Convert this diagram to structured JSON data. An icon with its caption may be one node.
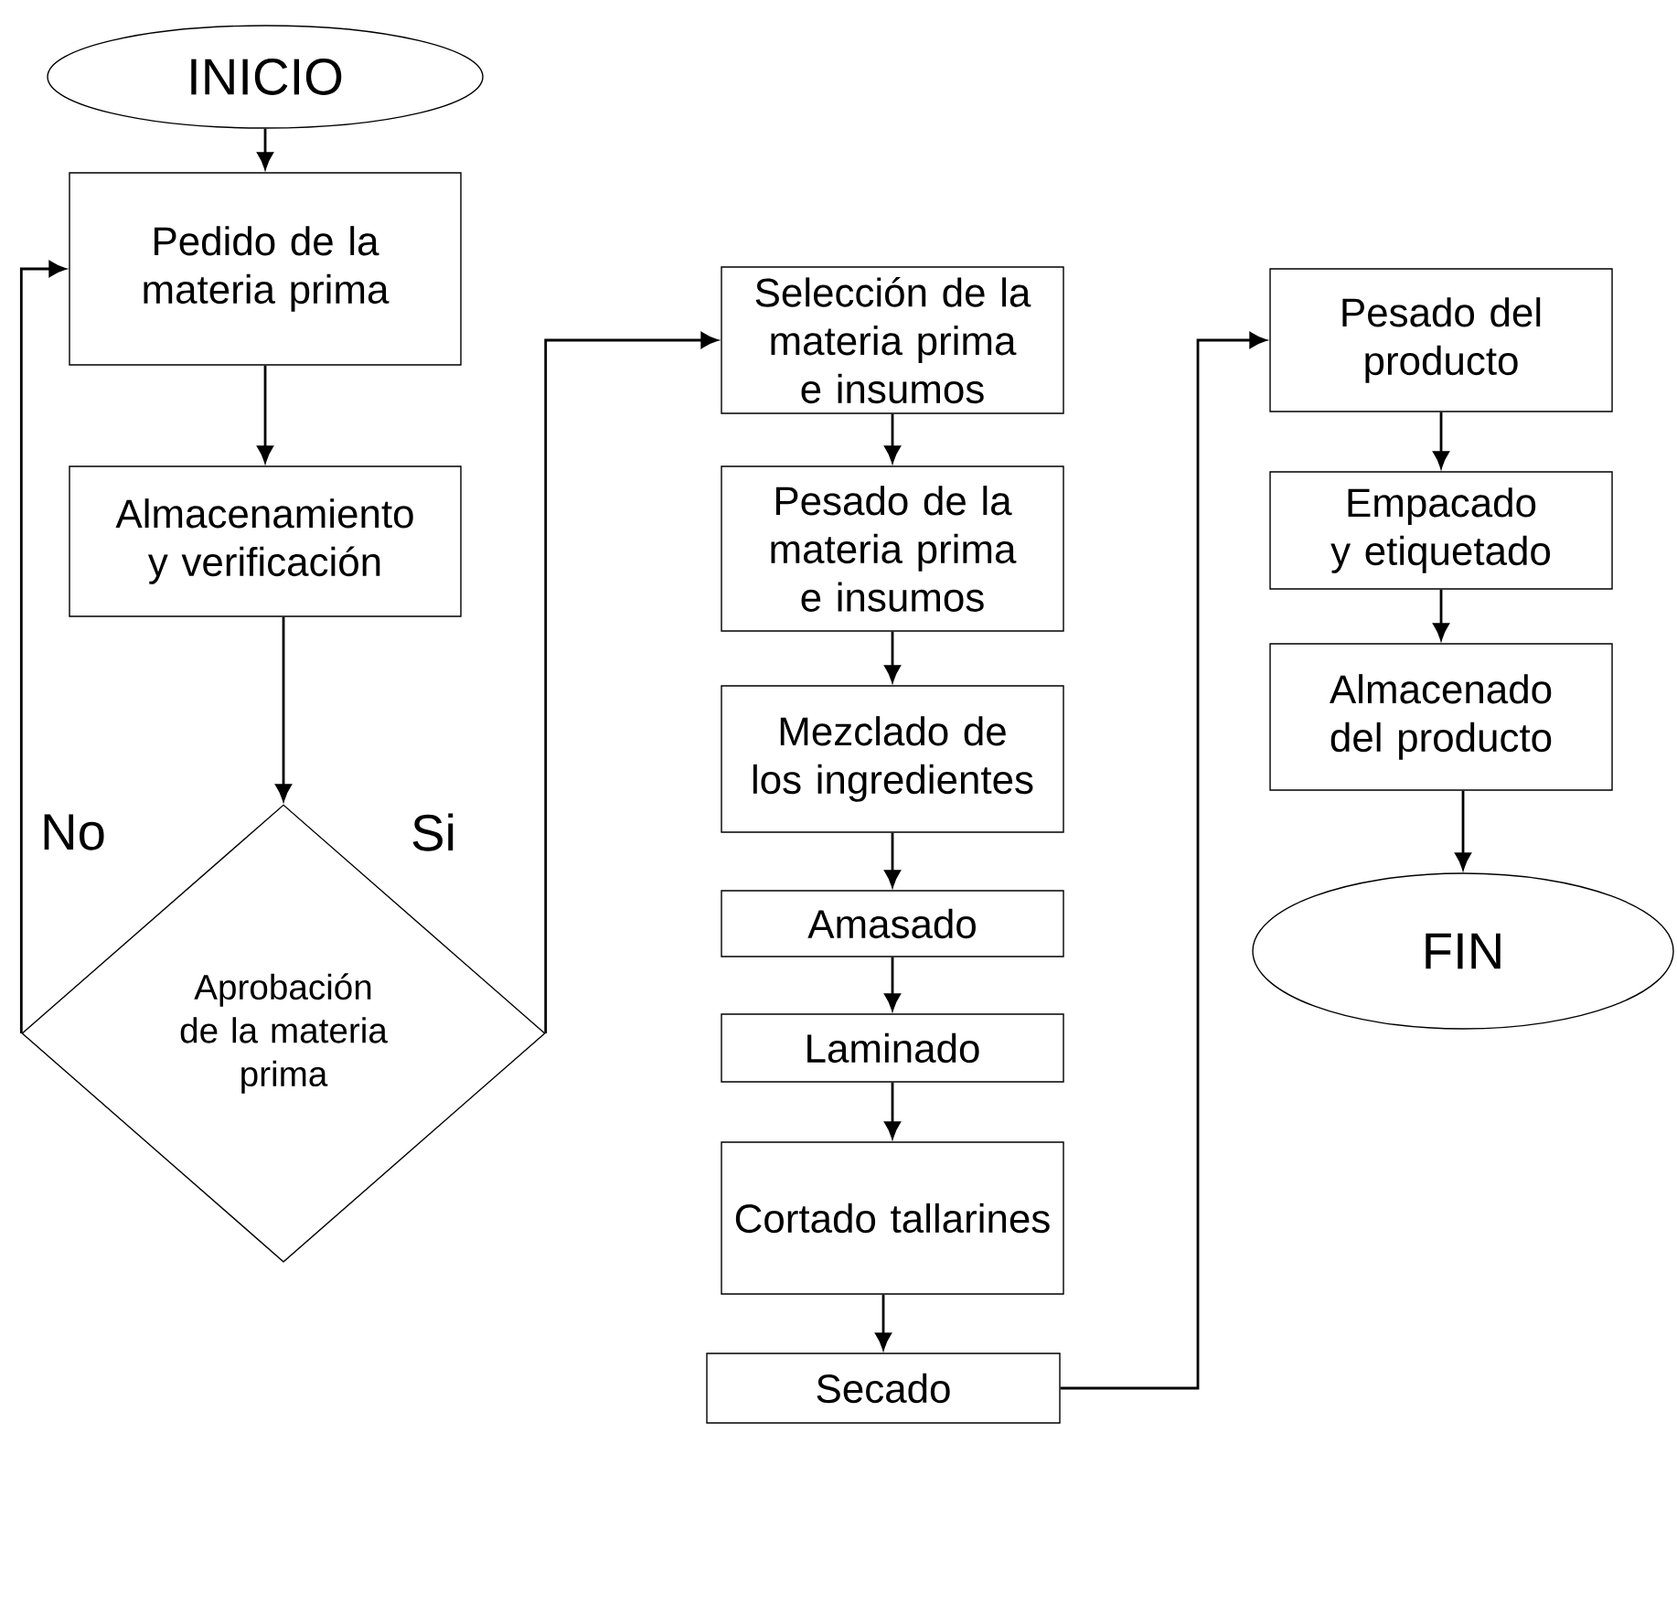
{
  "diagram": {
    "nodes": [
      {
        "text": [
          "INICIO"
        ]
      },
      {
        "text": [
          "Pedido de la materia prima"
        ]
      },
      {
        "text": [
          "Almacenamiento y verificación"
        ]
      },
      {
        "text": [
          "Aprobación de la materia prima"
        ]
      },
      {
        "text": [
          "Selección de la materia prima e insumos"
        ]
      },
      {
        "text": [
          "Pesado de la materia prima e insumos"
        ]
      },
      {
        "text": [
          "Mezclado de los ingredientes"
        ]
      },
      {
        "text": [
          "Amasado"
        ]
      },
      {
        "text": [
          "Laminado"
        ]
      },
      {
        "text": [
          "Cortado tallarines"
        ]
      },
      {
        "text": [
          "Secado"
        ]
      },
      {
        "text": [
          "Pesado del producto"
        ]
      },
      {
        "text": [
          "Empacado y etiquetado"
        ]
      },
      {
        "text": [
          "Almacenado del producto"
        ]
      },
      {
        "text": [
          "FIN"
        ]
      }
    ],
    "edges": [
      {
        "from": 0,
        "to": 1,
        "arrow": "to"
      },
      {
        "from": 1,
        "to": 2,
        "arrow": "to"
      },
      {
        "from": 2,
        "to": 3,
        "arrow": "to"
      },
      {
        "from": 3,
        "to": 1,
        "arrow": "to",
        "label": "No"
      },
      {
        "from": 3,
        "to": 4,
        "arrow": "to",
        "label": "Si"
      },
      {
        "from": 4,
        "to": 5,
        "arrow": "to"
      },
      {
        "from": 5,
        "to": 6,
        "arrow": "to"
      },
      {
        "from": 6,
        "to": 7,
        "arrow": "to"
      },
      {
        "from": 7,
        "to": 8,
        "arrow": "to"
      },
      {
        "from": 8,
        "to": 9,
        "arrow": "to"
      },
      {
        "from": 9,
        "to": 10,
        "arrow": "to"
      },
      {
        "from": 10,
        "to": 11,
        "arrow": "to"
      },
      {
        "from": 11,
        "to": 12,
        "arrow": "to"
      },
      {
        "from": 12,
        "to": 13,
        "arrow": "to"
      },
      {
        "from": 13,
        "to": 14,
        "arrow": "to"
      }
    ]
  }
}
